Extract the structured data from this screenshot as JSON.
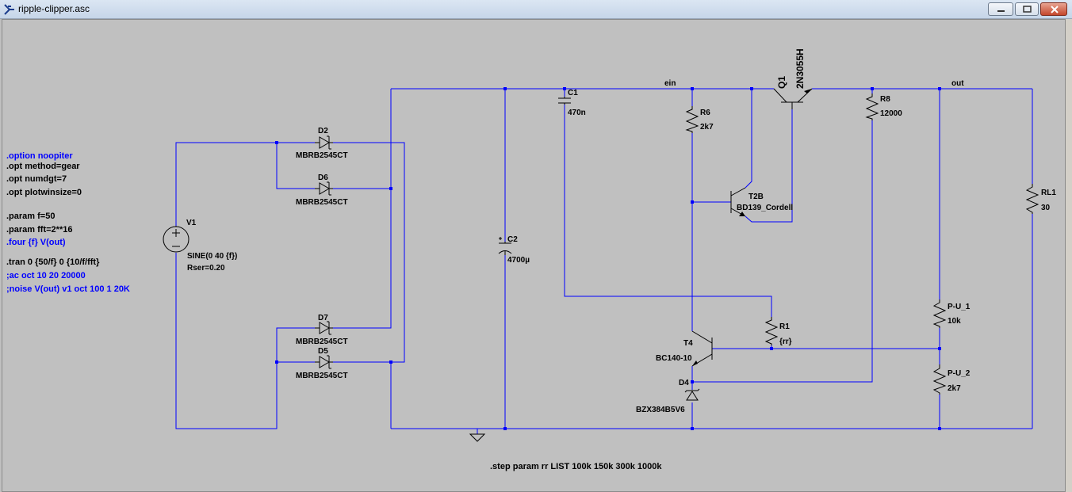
{
  "window": {
    "title": "ripple-clipper.asc",
    "minimize_icon": "minimize-icon",
    "maximize_icon": "maximize-icon",
    "close_icon": "close-icon"
  },
  "colors": {
    "wire": "#0000ff",
    "component": "#000000",
    "background": "#c0c0c0",
    "directive_blue": "#0000ff"
  },
  "directives": [
    {
      "text": ".option noopiter",
      "color": "blue"
    },
    {
      "text": ".opt method=gear",
      "color": "black"
    },
    {
      "text": ".opt numdgt=7",
      "color": "black"
    },
    {
      "text": ".opt plotwinsize=0",
      "color": "black"
    },
    {
      "text": ".param f=50",
      "color": "black"
    },
    {
      "text": ".param fft=2**16",
      "color": "black"
    },
    {
      "text": ".four {f} V(out)",
      "color": "blue"
    },
    {
      "text": ".tran 0 {50/f} 0 {10/f/fft}",
      "color": "black"
    },
    {
      "text": ";ac oct 10 20 20000",
      "color": "blue"
    },
    {
      "text": ";noise V(out) v1 oct 100 1 20K",
      "color": "blue"
    }
  ],
  "step_directive": ".step param rr  LIST 100k 150k 300k 1000k",
  "nets": {
    "ein": "ein",
    "out": "out"
  },
  "components": {
    "V1": {
      "name": "V1",
      "value": "SINE(0 40 {f})",
      "extra": "Rser=0.20"
    },
    "D2": {
      "name": "D2",
      "value": "MBRB2545CT"
    },
    "D6": {
      "name": "D6",
      "value": "MBRB2545CT"
    },
    "D7": {
      "name": "D7",
      "value": "MBRB2545CT"
    },
    "D5": {
      "name": "D5",
      "value": "MBRB2545CT"
    },
    "C1": {
      "name": "C1",
      "value": "470n"
    },
    "C2": {
      "name": "C2",
      "value": "4700µ"
    },
    "R6": {
      "name": "R6",
      "value": "2k7"
    },
    "R8": {
      "name": "R8",
      "value": "12000"
    },
    "Q1": {
      "name": "Q1",
      "value": "2N3055H"
    },
    "T2B": {
      "name": "T2B",
      "value": "BD139_Cordell"
    },
    "RL1": {
      "name": "RL1",
      "value": "30"
    },
    "R1": {
      "name": "R1",
      "value": "{rr}"
    },
    "T4": {
      "name": "T4",
      "value": "BC140-10"
    },
    "D4": {
      "name": "D4",
      "value": "BZX384B5V6"
    },
    "PU1": {
      "name": "P-U_1",
      "value": "10k"
    },
    "PU2": {
      "name": "P-U_2",
      "value": "2k7"
    }
  }
}
